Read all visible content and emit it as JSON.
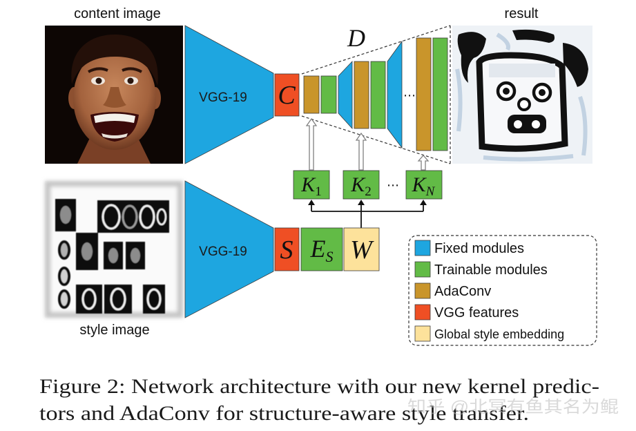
{
  "labels": {
    "content_image": "content image",
    "style_image": "style image",
    "result": "result"
  },
  "encoders": {
    "top": {
      "label": "VGG-19"
    },
    "bottom": {
      "label": "VGG-19"
    }
  },
  "features": {
    "content": "C",
    "style": "S"
  },
  "style_encoder": {
    "base": "E",
    "sub": "S"
  },
  "global_embedding": "W",
  "decoder": {
    "label": "D",
    "ellipsis": "⋯"
  },
  "kernel_predictors": [
    {
      "base": "K",
      "sub": "1"
    },
    {
      "base": "K",
      "sub": "2"
    },
    {
      "base": "K",
      "sub": "N"
    }
  ],
  "kernel_ellipsis": "⋯",
  "legend": [
    {
      "label": "Fixed modules",
      "color": "#1ea6e0"
    },
    {
      "label": "Trainable modules",
      "color": "#62bb46"
    },
    {
      "label": "AdaConv",
      "color": "#c9952b"
    },
    {
      "label": "VGG features",
      "color": "#ef4f24"
    },
    {
      "label": "Global style embedding",
      "color": "#fde29b"
    }
  ],
  "caption": {
    "lines": [
      "Figure 2: Network architecture with our new kernel predic-",
      "tors and AdaConv for structure-aware style transfer."
    ]
  },
  "watermark": "知乎 @北冥有鱼其名为鲲"
}
